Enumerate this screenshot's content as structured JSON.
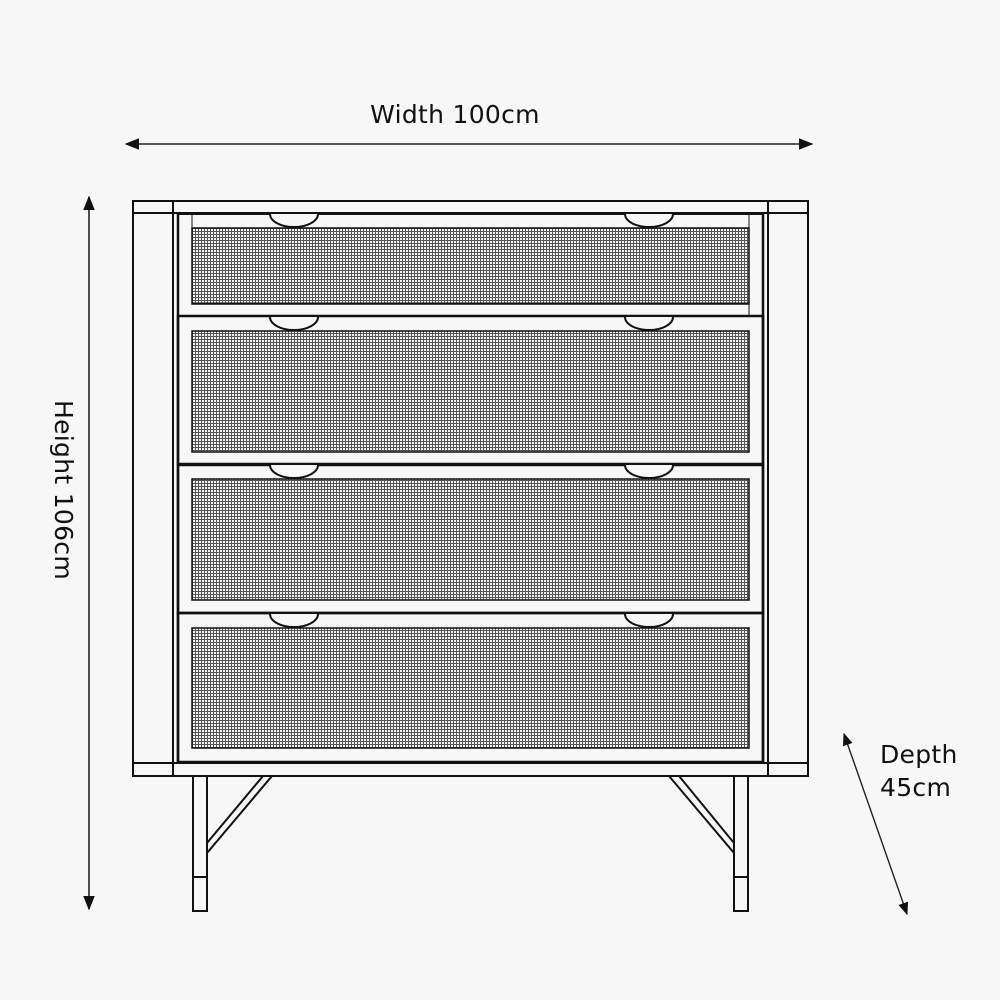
{
  "diagram": {
    "title": "Chest of drawers dimension drawing",
    "dimensions": {
      "width": {
        "label": "Width 100cm",
        "value": 100,
        "unit": "cm"
      },
      "height": {
        "label": "Height 106cm",
        "value": 106,
        "unit": "cm"
      },
      "depth": {
        "line1": "Depth",
        "line2": "45cm",
        "value": 45,
        "unit": "cm"
      }
    },
    "drawers": [
      {
        "index": 1,
        "handles": 2,
        "front": "rattan-mesh"
      },
      {
        "index": 2,
        "handles": 2,
        "front": "rattan-mesh"
      },
      {
        "index": 3,
        "handles": 2,
        "front": "rattan-mesh"
      },
      {
        "index": 4,
        "handles": 2,
        "front": "rattan-mesh"
      }
    ],
    "legs": 2,
    "colors": {
      "background": "#f7f7f7",
      "line": "#111111"
    }
  }
}
